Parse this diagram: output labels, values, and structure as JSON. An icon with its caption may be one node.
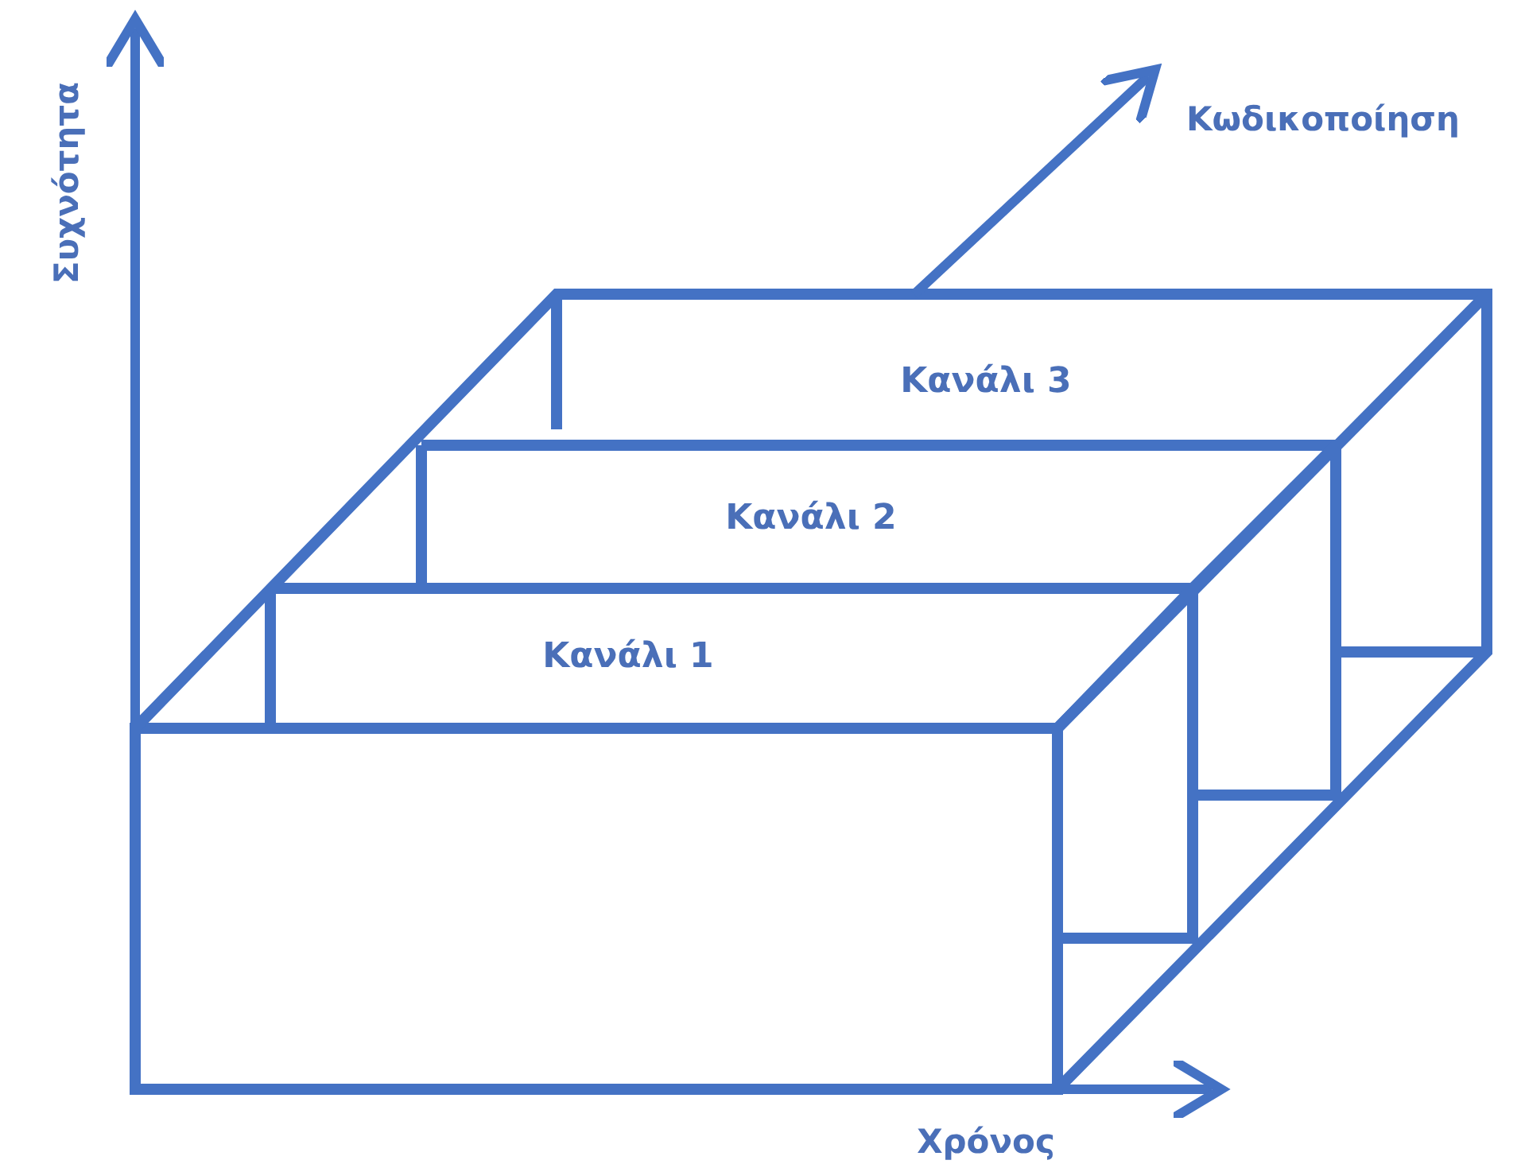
{
  "diagram": {
    "nodes": [
      {
        "text": [
          "Κανάλι 3"
        ]
      },
      {
        "text": [
          "Κανάλι 2"
        ]
      },
      {
        "text": [
          "Κανάλι 1"
        ]
      }
    ],
    "labels": [
      "Συχνότητα",
      "Κωδικοποίηση",
      "Χρόνος"
    ]
  }
}
